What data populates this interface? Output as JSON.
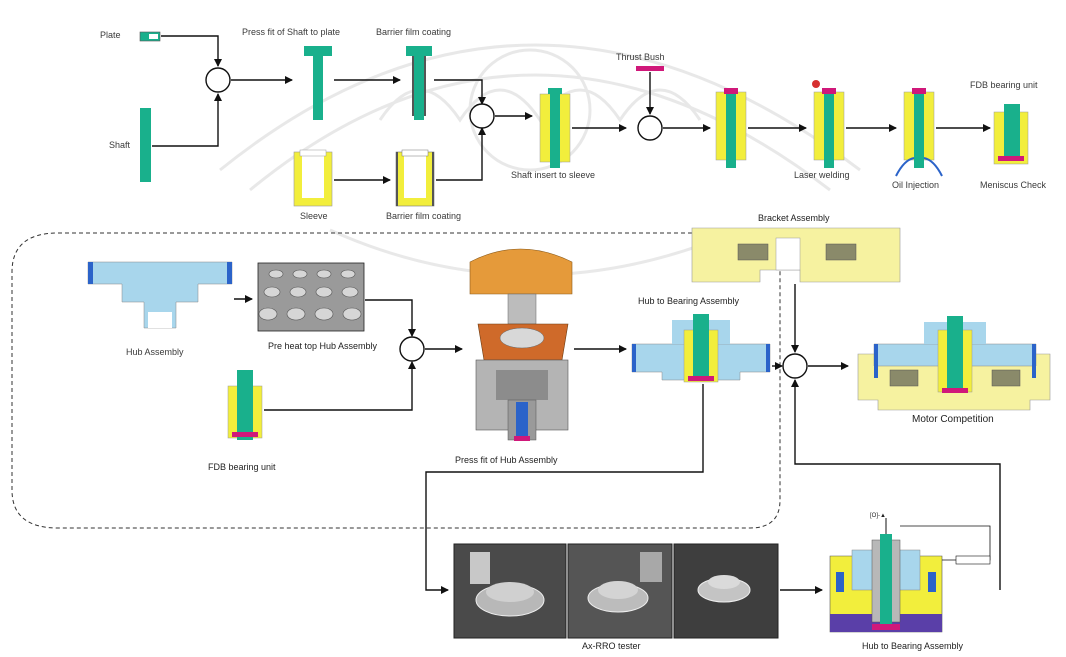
{
  "labels": {
    "plate": "Plate",
    "shaft": "Shaft",
    "press_fit_shaft_plate": "Press fit of Shaft to plate",
    "barrier_film_1": "Barrier film coating",
    "thrust_bush": "Thrust Bush",
    "fdb_unit_top": "FDB bearing unit",
    "sleeve": "Sleeve",
    "barrier_film_2": "Barrier film coating",
    "shaft_insert": "Shaft insert to sleeve",
    "laser_welding": "Laser welding",
    "oil_injection": "Oil Injection",
    "meniscus_check": "Meniscus Check",
    "bracket_assembly": "Bracket Assembly",
    "hub_assembly": "Hub Assembly",
    "preheat_hub": "Pre heat top Hub Assembly",
    "hub_to_bearing": "Hub to Bearing Assembly",
    "fdb_unit_mid": "FDB bearing unit",
    "press_fit_hub": "Press fit of Hub Assembly",
    "motor_completion": "Motor Competition",
    "ax_rro": "Ax-RRO tester",
    "hub_to_bearing_bottom": "Hub to Bearing Assembly"
  },
  "colors": {
    "shaft": "#19b08c",
    "sleeve": "#f2ee3c",
    "hub": "#a8d6ec",
    "magenta": "#d0187a",
    "blue": "#2b63c9",
    "grey": "#8c8c8c",
    "orange": "#e07a30"
  }
}
